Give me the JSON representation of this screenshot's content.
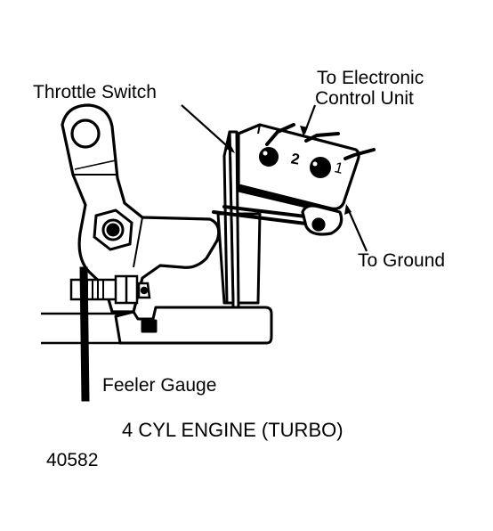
{
  "labels": {
    "throttle_switch": "Throttle Switch",
    "ecu_line1": "To Electronic",
    "ecu_line2": "Control Unit",
    "ground": "To Ground",
    "feeler_gauge": "Feeler Gauge"
  },
  "terminals": {
    "pin_2": "2",
    "pin_1": "1"
  },
  "caption": "4 CYL ENGINE (TURBO)",
  "figure_number": "40582"
}
